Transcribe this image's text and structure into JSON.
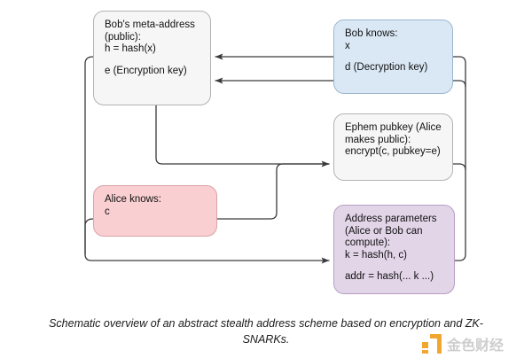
{
  "diagram": {
    "nodes": [
      {
        "id": "meta-address",
        "title": "Bob's meta-address\n(public):",
        "rows": [
          "h = hash(x)",
          "e (Encryption key)"
        ],
        "color": "#f6f6f6"
      },
      {
        "id": "bob-knows",
        "title": "Bob knows:",
        "rows": [
          "x",
          "d (Decryption key)"
        ],
        "color": "#dae8f5"
      },
      {
        "id": "ephem-pubkey",
        "title": "Ephem pubkey (Alice\nmakes public):",
        "rows": [
          "encrypt(c, pubkey=e)"
        ],
        "color": "#f6f6f6"
      },
      {
        "id": "alice-knows",
        "title": "Alice knows:",
        "rows": [
          "c"
        ],
        "color": "#f9cfd1"
      },
      {
        "id": "address-params",
        "title": "Address parameters\n(Alice or Bob can\ncompute):",
        "rows": [
          "k = hash(h, c)",
          "addr = hash(... k ...)"
        ],
        "color": "#e2d5e8"
      }
    ],
    "edges": [
      {
        "id": "x-to-h",
        "from": "bob-knows.x",
        "to": "meta-address.h"
      },
      {
        "id": "d-to-e",
        "from": "bob-knows.d",
        "to": "meta-address.e"
      },
      {
        "id": "e-to-encrypt",
        "from": "meta-address.e",
        "to": "ephem-pubkey.encrypt"
      },
      {
        "id": "c-to-encrypt",
        "from": "alice-knows.c",
        "to": "ephem-pubkey.encrypt"
      },
      {
        "id": "h-to-k",
        "from": "meta-address.h",
        "to": "address-params.k"
      },
      {
        "id": "c-to-k",
        "from": "alice-knows.c",
        "to": "address-params.k"
      },
      {
        "id": "right-to-k",
        "from": "bob-knows/ephem-pubkey",
        "to": "address-params.k"
      }
    ],
    "line_color": "#3a3a3a"
  },
  "caption": {
    "text": "Schematic overview of an abstract stealth address scheme based on encryption and ZK-SNARKs."
  },
  "watermark": {
    "text": "金色财经",
    "accent": "#f0a01e"
  }
}
